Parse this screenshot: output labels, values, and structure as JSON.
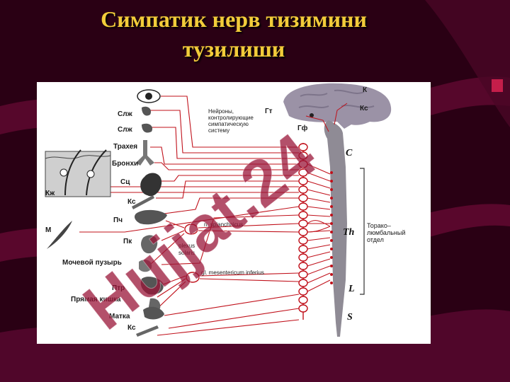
{
  "title": {
    "line1": "Симпатик нерв тизимини",
    "line2": "тузилиши"
  },
  "watermark": "Hujjat.24",
  "colors": {
    "title": "#f2cc3a",
    "background": "#2a0014",
    "nerve": "#c0101a",
    "watermark": "#9a1638"
  },
  "figure": {
    "labels": {
      "k_top": "К",
      "ks_top": "Кс",
      "neurons": "Нейроны,",
      "controlling": "контролирующие",
      "sympathetic": "симпатическую",
      "system": "систему",
      "gt": "Гт",
      "gf": "Гф",
      "slzh1": "Слж",
      "slzh2": "Слж",
      "trachea": "Трахея",
      "bronchi": "Бронхи",
      "sc": "Сц",
      "ks_mid": "Кс",
      "kzh": "Кж",
      "m": "М",
      "pch": "Пч",
      "pk": "Пк",
      "bladder": "Мочевой пузырь",
      "ptr": "Птр",
      "rectum": "Прямая кишка",
      "uterus": "Матка",
      "ks_bottom": "Кс",
      "splanchnicus": "n. splanchnicus",
      "plexus": "plexus",
      "solaris": "solaris",
      "mesentericus": "gl. mesentericum inferius",
      "seg_c": "C",
      "seg_th": "Th",
      "seg_l": "L",
      "seg_s": "S",
      "thoraco1": "Торако–",
      "thoraco2": "люмбальный",
      "thoraco3": "отдел"
    }
  }
}
